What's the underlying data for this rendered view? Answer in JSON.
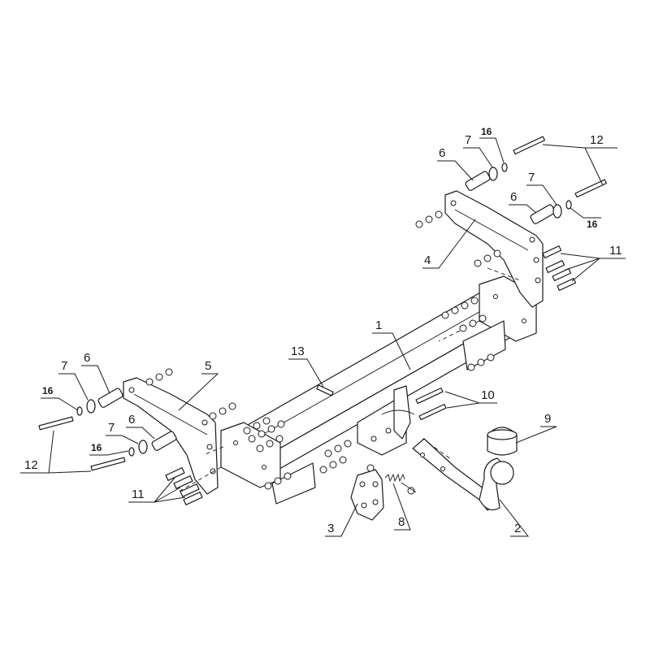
{
  "diagram": {
    "labels": {
      "p1": "1",
      "p2": "2",
      "p3": "3",
      "p4": "4",
      "p5": "5",
      "p6a": "6",
      "p6b": "6",
      "p6c": "6",
      "p6d": "6",
      "p7a": "7",
      "p7b": "7",
      "p7c": "7",
      "p7d": "7",
      "p8": "8",
      "p9": "9",
      "p10": "10",
      "p11a": "11",
      "p11b": "11",
      "p12a": "12",
      "p12b": "12",
      "p13": "13",
      "p16a": "16",
      "p16b": "16",
      "p16c": "16",
      "p16d": "16"
    }
  }
}
